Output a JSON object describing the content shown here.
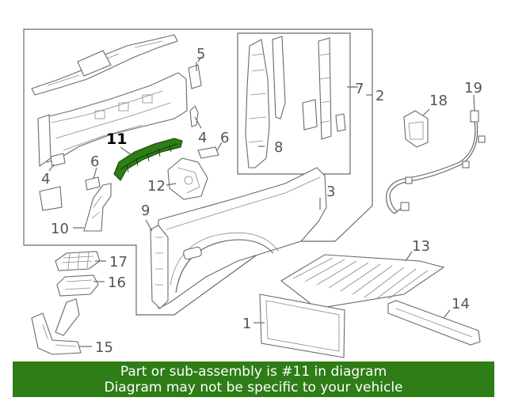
{
  "callouts": {
    "c1": "1",
    "c2": "2",
    "c3": "3",
    "c4a": "4",
    "c4b": "4",
    "c5": "5",
    "c6a": "6",
    "c6b": "6",
    "c7": "7",
    "c8": "8",
    "c9": "9",
    "c10": "10",
    "c11": "11",
    "c12": "12",
    "c13": "13",
    "c14": "14",
    "c15": "15",
    "c16": "16",
    "c17": "17",
    "c18": "18",
    "c19": "19"
  },
  "highlight_color": "#2e7d16",
  "banner": {
    "line1": "Part or sub-assembly is #11 in diagram",
    "line2": "Diagram may not be specific to your vehicle",
    "background": "#2e7d16"
  }
}
